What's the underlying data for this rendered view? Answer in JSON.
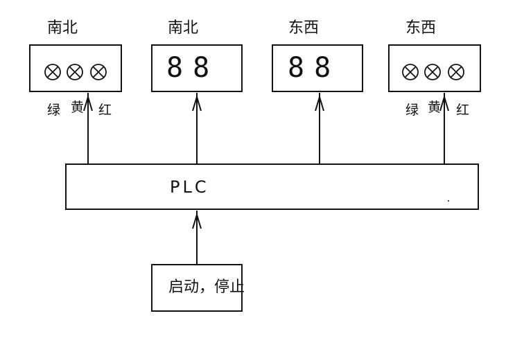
{
  "groups": [
    {
      "title": "南北",
      "kind": "lamps",
      "lamp_labels": [
        "绿",
        "黄",
        "红"
      ]
    },
    {
      "title": "南北",
      "kind": "display",
      "digits": "88"
    },
    {
      "title": "东西",
      "kind": "display",
      "digits": "88"
    },
    {
      "title": "东西",
      "kind": "lamps",
      "lamp_labels": [
        "绿",
        "黄",
        "红"
      ]
    }
  ],
  "controller": {
    "label": "PLC"
  },
  "input": {
    "label": "启动，停止"
  }
}
